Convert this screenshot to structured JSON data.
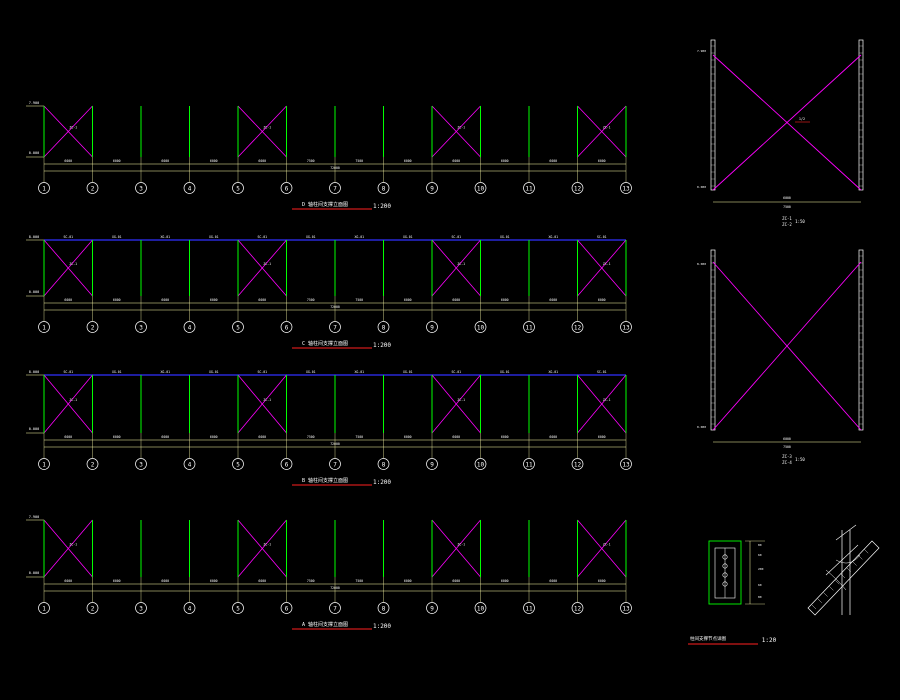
{
  "colors": {
    "background": "#000000",
    "column": "#00ff00",
    "brace": "#ff00ff",
    "beam": "#3030ff",
    "dim": "#ffffaa",
    "text": "#ffffff",
    "underline": "#ff2020"
  },
  "elevations": {
    "top_a": "7.900",
    "top_b": "8.000",
    "base": "0.000"
  },
  "axis_labels": [
    "1",
    "2",
    "3",
    "4",
    "5",
    "6",
    "7",
    "8",
    "9",
    "10",
    "11",
    "12",
    "13"
  ],
  "braced_bays": [
    0,
    4,
    8,
    11
  ],
  "brace_tag": "ZC-1",
  "brace_tags_alt": [
    "ZC-1",
    "ZC-2"
  ],
  "bay_span_label": "6000",
  "bay_span_label_alt": "7500",
  "overall_label": "72000",
  "beam_label": "XG-01",
  "beam_label_brace": "SC-01",
  "elevations_list": [
    {
      "title": "D 轴柱间支撑立面图",
      "scale": "1:200",
      "beams": false
    },
    {
      "title": "C 轴柱间支撑立面图",
      "scale": "1:200",
      "beams": true
    },
    {
      "title": "B 轴柱间支撑立面图",
      "scale": "1:200",
      "beams": true
    },
    {
      "title": "A 轴柱间支撑立面图",
      "scale": "1:200",
      "beams": false
    }
  ],
  "detail_1": {
    "tag": "ZC-1",
    "tag2": "ZC-2",
    "scale": "1:50",
    "width": "6000",
    "width2": "7500",
    "center": "1/2"
  },
  "detail_2": {
    "tag": "ZC-3",
    "tag2": "ZC-4",
    "scale": "1:50",
    "width": "6000",
    "width2": "7500"
  },
  "detail_3": {
    "title": "柱间支撑节点详图",
    "scale": "1:20",
    "dims": [
      "80",
      "60",
      "200",
      "60",
      "80"
    ]
  }
}
